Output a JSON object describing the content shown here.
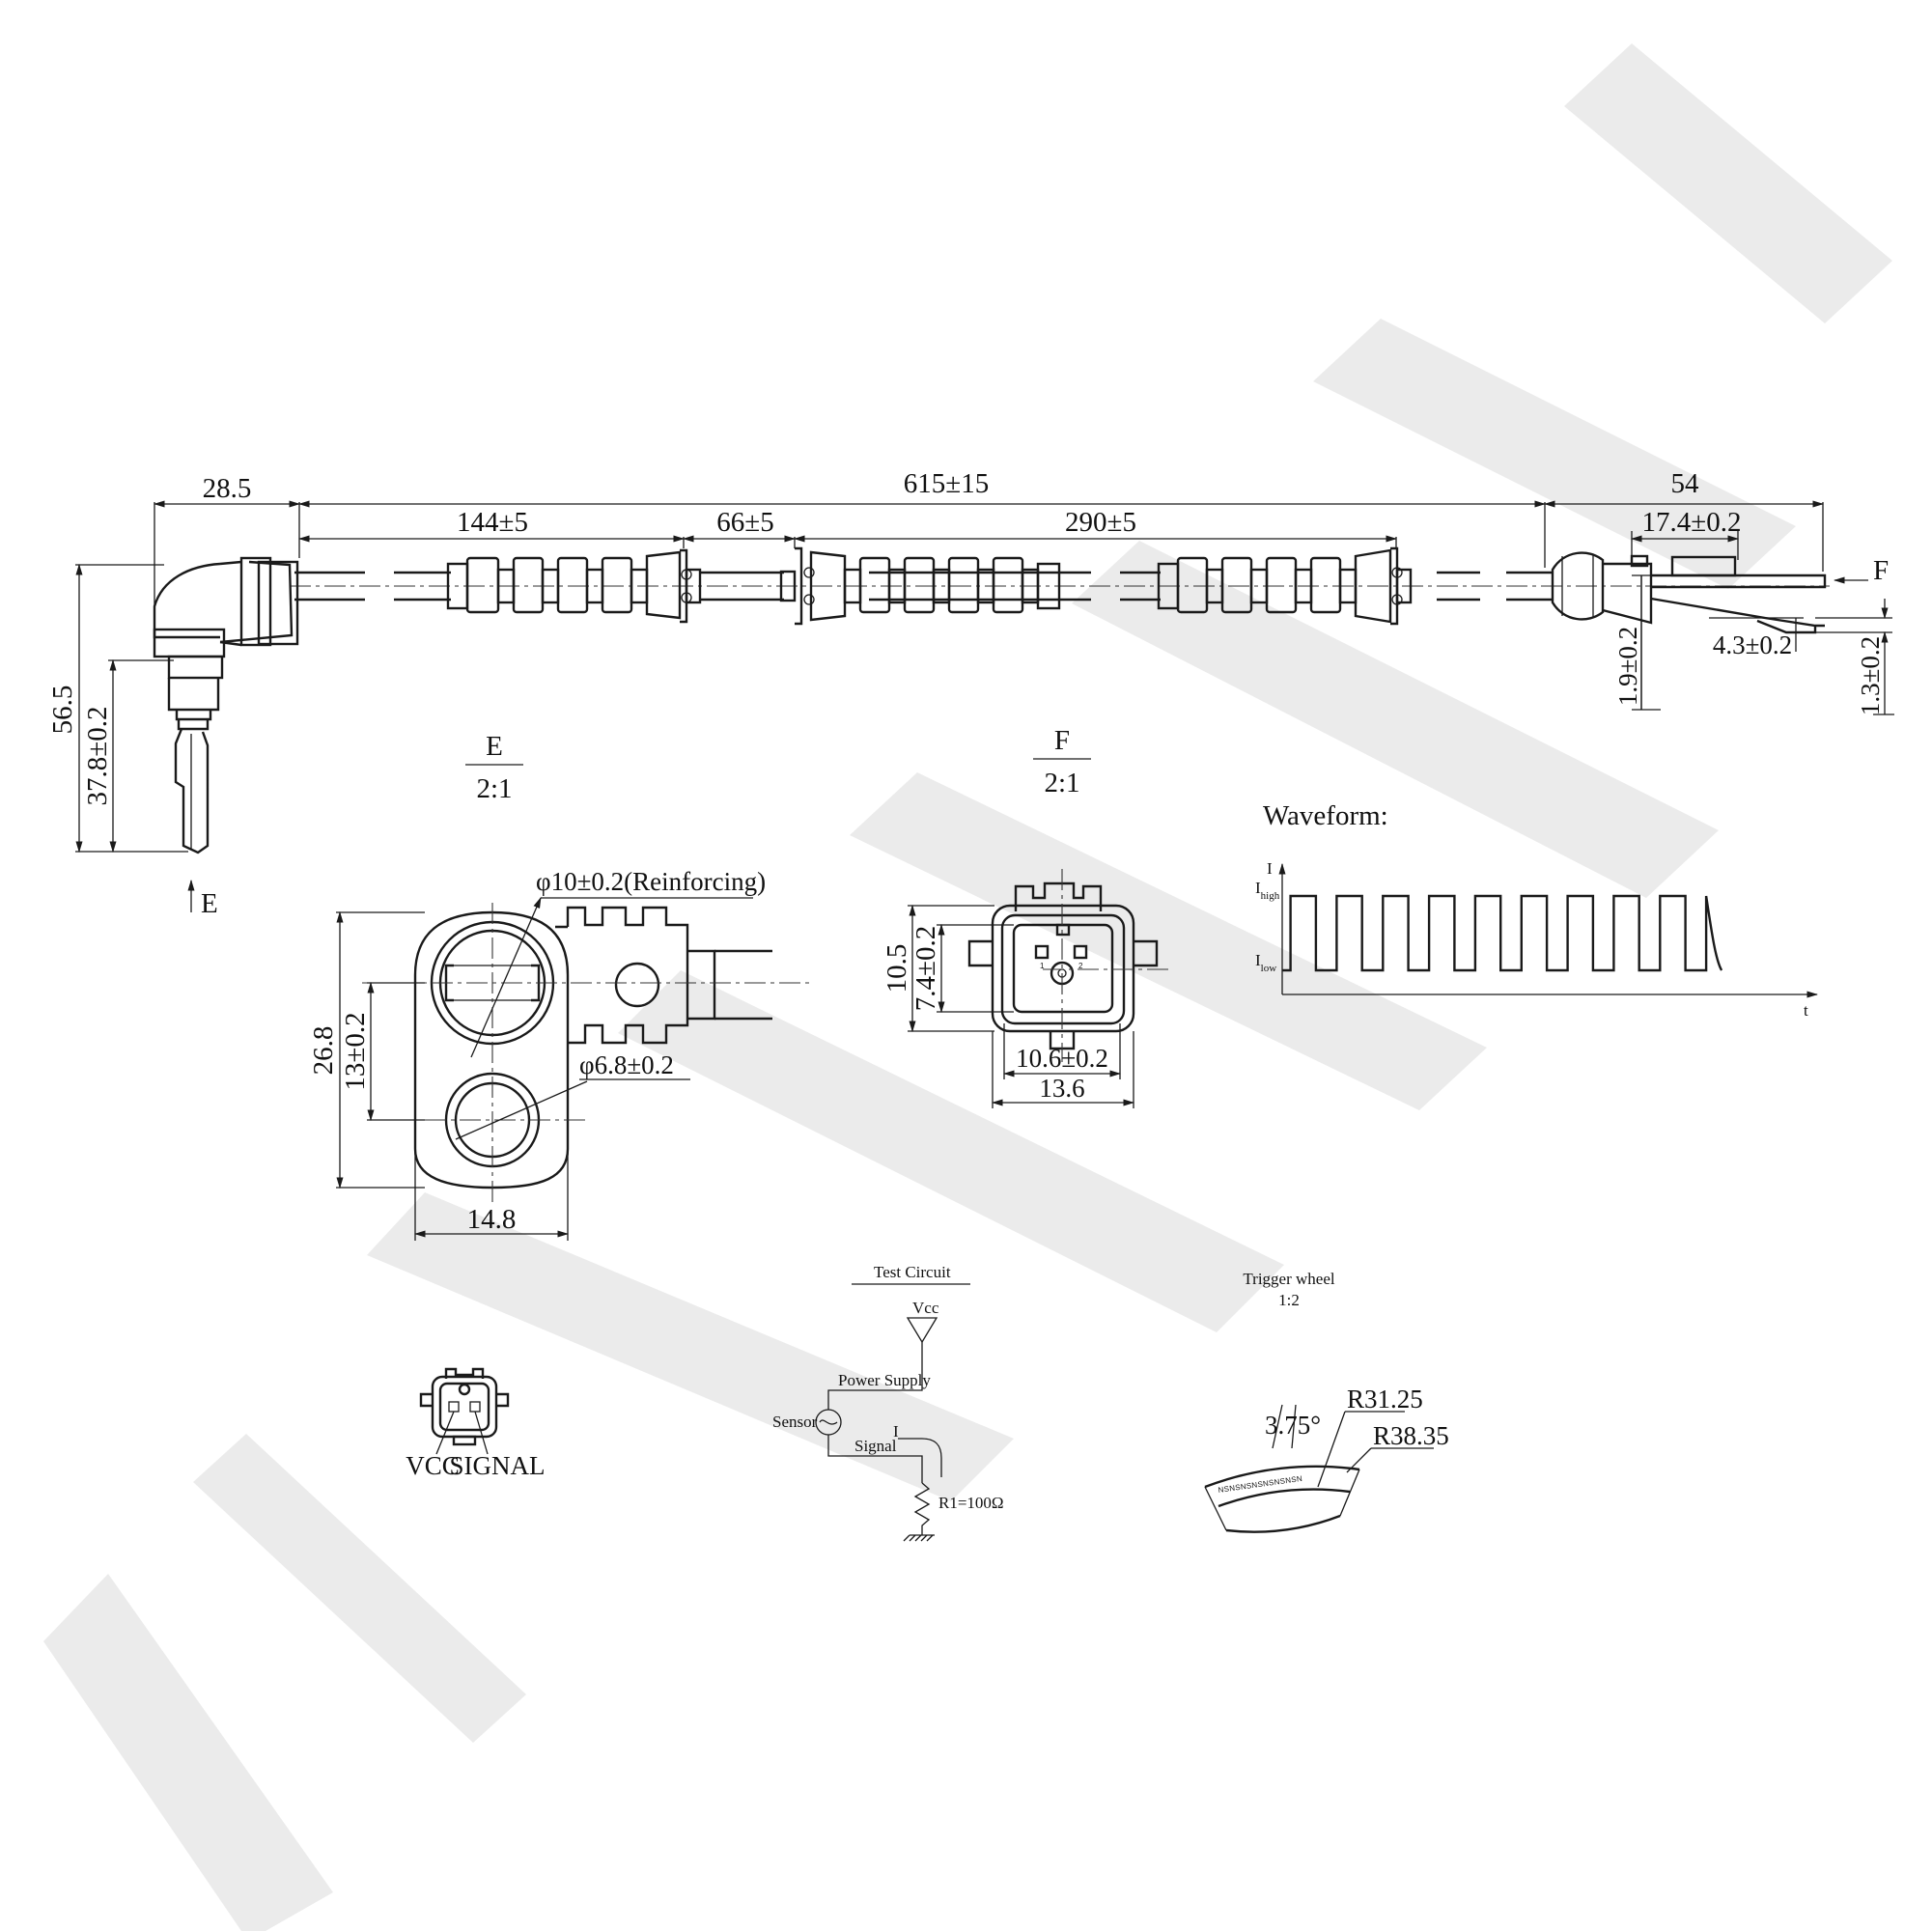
{
  "dimensions": {
    "d_28_5": "28.5",
    "d_615": "615±15",
    "d_54": "54",
    "d_144": "144±5",
    "d_66": "66±5",
    "d_290": "290±5",
    "d_17_4": "17.4±0.2",
    "d_56_5": "56.5",
    "d_37_8": "37.8±0.2",
    "d_1_9": "1.9±0.2",
    "d_4_3": "4.3±0.2",
    "d_1_3": "1.3±0.2"
  },
  "view_markers": {
    "e": "E",
    "f": "F"
  },
  "detail_e": {
    "label": "E",
    "scale": "2:1",
    "reinforcing": "φ10±0.2(Reinforcing)",
    "hole": "φ6.8±0.2",
    "height": "26.8",
    "pitch": "13±0.2",
    "width": "14.8"
  },
  "detail_f": {
    "label": "F",
    "scale": "2:1",
    "outer_h": "10.5",
    "inner_h": "7.4±0.2",
    "inner_w": "10.6±0.2",
    "outer_w": "13.6",
    "pin1": "1",
    "pin2": "2"
  },
  "waveform": {
    "title": "Waveform:",
    "y_axis": "I",
    "x_axis": "t",
    "high_label": "I",
    "high_sub": "high",
    "low_label": "I",
    "low_sub": "low",
    "cycles": 9
  },
  "pinout": {
    "vcc": "VCC",
    "signal": "SIGNAL"
  },
  "test_circuit": {
    "title": "Test Circuit",
    "vcc": "Vcc",
    "power_supply": "Power Supply",
    "sensor": "Sensor",
    "current": "I",
    "signal": "Signal",
    "resistor": "R1=100Ω"
  },
  "trigger_wheel": {
    "title": "Trigger wheel",
    "scale": "1:2",
    "angle": "3.75°",
    "r_inner": "R31.25",
    "r_outer": "R38.35",
    "pole_pattern": "NSNSNSNSNSNSNSN"
  },
  "colors": {
    "line": "#1a1a1a",
    "watermark": "#ebebeb"
  }
}
